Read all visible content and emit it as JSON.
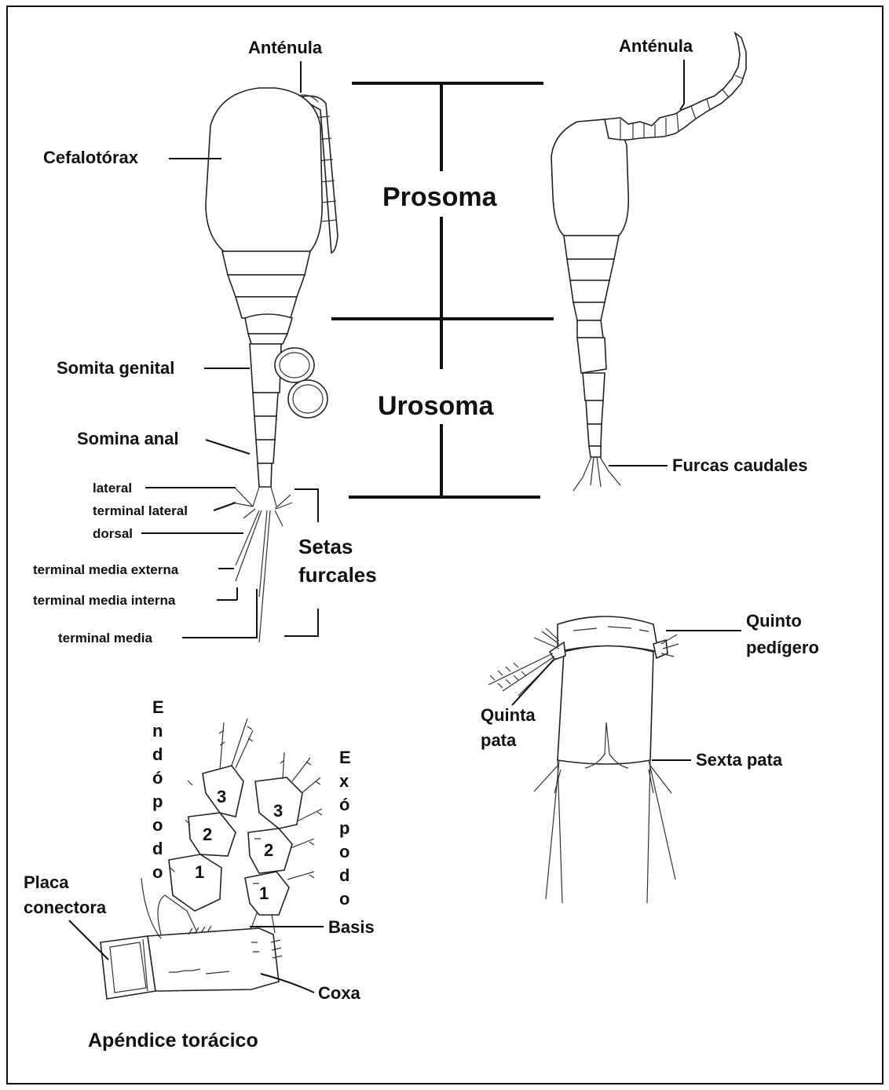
{
  "labels": {
    "antenula_left": "Anténula",
    "antenula_right": "Anténula",
    "cefalotorax": "Cefalotórax",
    "prosoma": "Prosoma",
    "urosoma": "Urosoma",
    "somita_genital": "Somita genital",
    "somina_anal": "Somina anal",
    "furcas_caudales": "Furcas caudales",
    "lateral": "lateral",
    "terminal_lateral": "terminal lateral",
    "dorsal": "dorsal",
    "terminal_media_externa": "terminal media externa",
    "terminal_media_interna": "terminal media interna",
    "terminal_media": "terminal media",
    "setas_line1": "Setas",
    "setas_line2": "furcales",
    "quinto_line1": "Quinto",
    "quinto_line2": "pedígero",
    "quinta_line1": "Quinta",
    "quinta_line2": "pata",
    "sexta_pata": "Sexta pata",
    "endopodo_letters": [
      "E",
      "n",
      "d",
      "ó",
      "p",
      "o",
      "d",
      "o"
    ],
    "exopodo_letters": [
      "E",
      "x",
      "ó",
      "p",
      "o",
      "d",
      "o"
    ],
    "placa_line1": "Placa",
    "placa_line2": "conectora",
    "basis": "Basis",
    "coxa": "Coxa",
    "apendice_title": "Apéndice torácico",
    "segment_numbers": [
      "3",
      "2",
      "1",
      "3",
      "2",
      "1"
    ]
  }
}
